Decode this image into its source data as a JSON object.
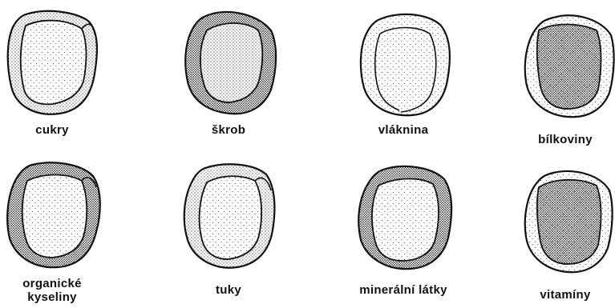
{
  "grains": [
    {
      "label": "cukry",
      "shade": "rim"
    },
    {
      "label": "škrob",
      "shade": "heavy"
    },
    {
      "label": "vláknina",
      "shade": "light"
    },
    {
      "label": "bílkoviny",
      "shade": "core"
    },
    {
      "label": "organické\nkyseliny",
      "shade": "rim-heavy"
    },
    {
      "label": "tuky",
      "shade": "light-rim"
    },
    {
      "label": "minerální látky",
      "shade": "rim-heavy"
    },
    {
      "label": "vitamíny",
      "shade": "core-heavy"
    }
  ],
  "colors": {
    "ink": "#1a1a1a",
    "paper": "#ffffff"
  }
}
